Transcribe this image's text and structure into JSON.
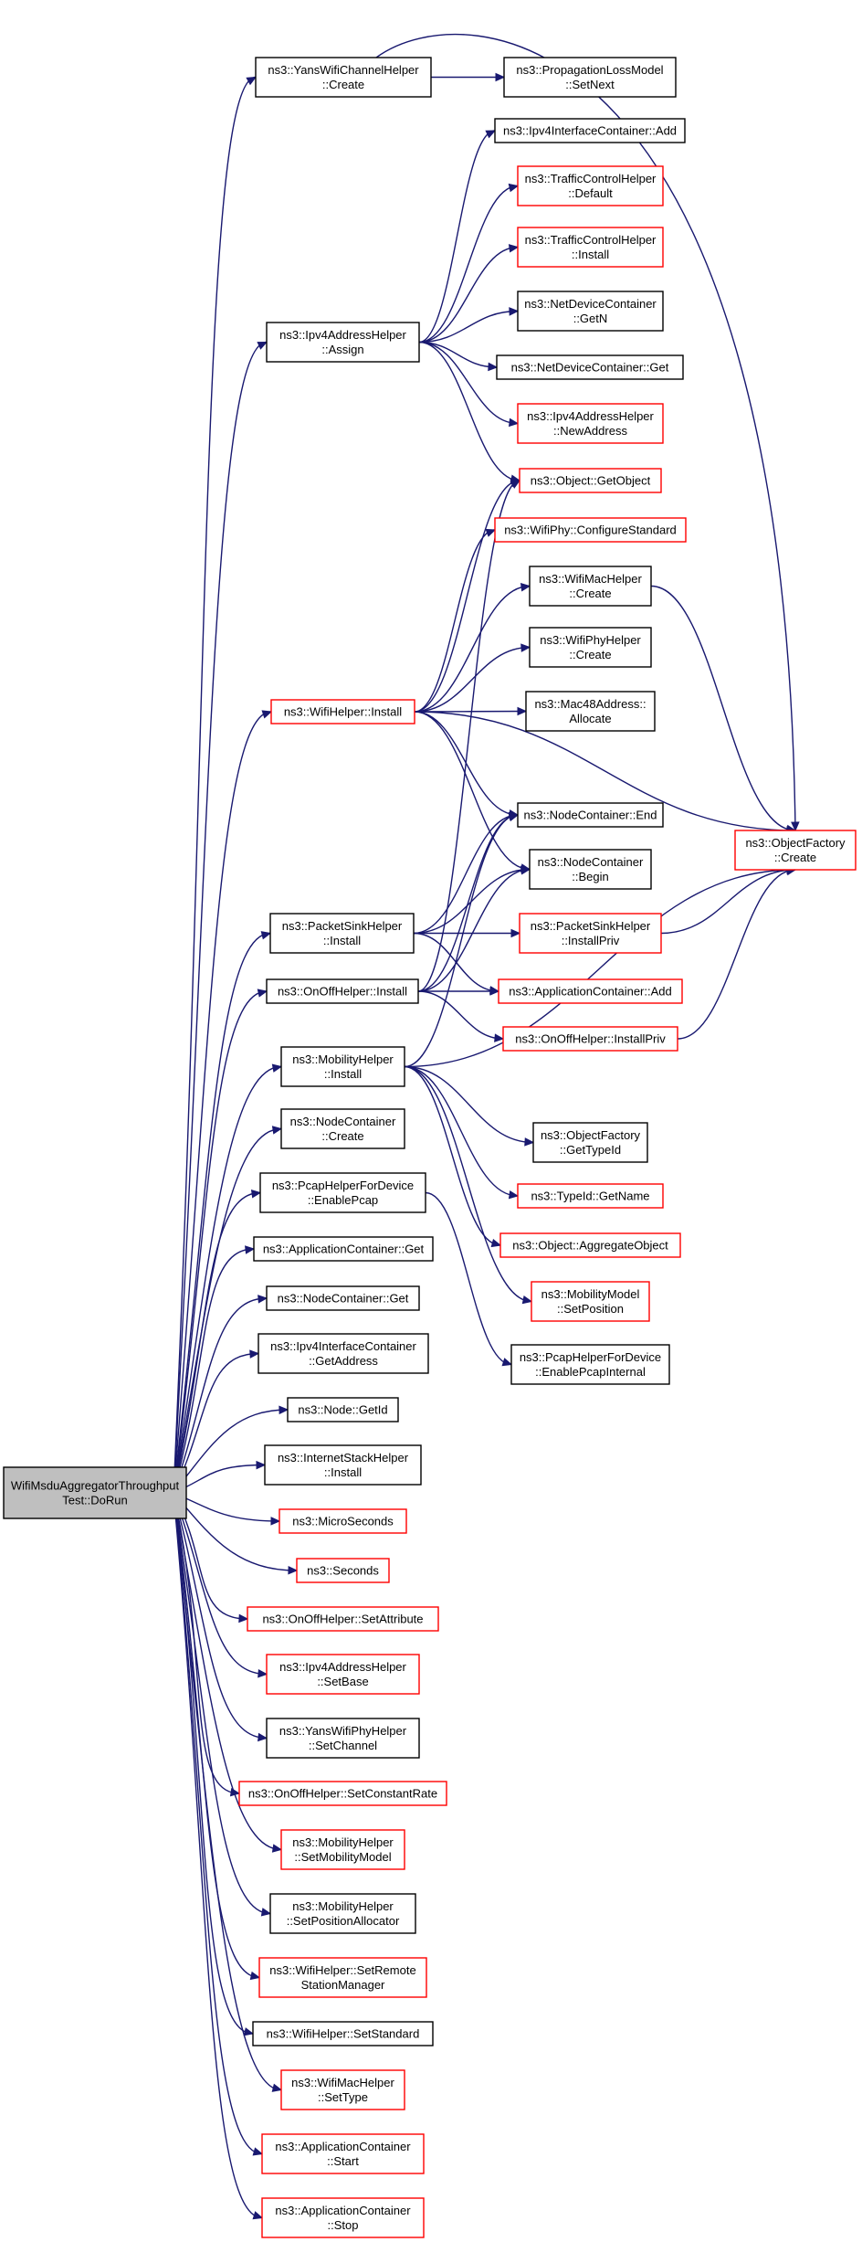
{
  "diagram": {
    "type": "call-graph",
    "colors": {
      "root_fill": "#bfbfbf",
      "node_fill": "#ffffff",
      "border_default": "#000000",
      "border_truncated": "#ff0000",
      "edge": "#191970"
    },
    "nodes": [
      {
        "id": "root",
        "lines": [
          "WifiMsduAggregatorThroughput",
          "Test::DoRun"
        ],
        "style": "root"
      },
      {
        "id": "yans_chan_create",
        "lines": [
          "ns3::YansWifiChannelHelper",
          "::Create"
        ],
        "style": "normal"
      },
      {
        "id": "prop_setnext",
        "lines": [
          "ns3::PropagationLossModel",
          "::SetNext"
        ],
        "style": "normal"
      },
      {
        "id": "ipv4ic_add",
        "lines": [
          "ns3::Ipv4InterfaceContainer::Add"
        ],
        "style": "normal"
      },
      {
        "id": "tc_default",
        "lines": [
          "ns3::TrafficControlHelper",
          "::Default"
        ],
        "style": "red"
      },
      {
        "id": "tc_install",
        "lines": [
          "ns3::TrafficControlHelper",
          "::Install"
        ],
        "style": "red"
      },
      {
        "id": "ipv4ah_assign",
        "lines": [
          "ns3::Ipv4AddressHelper",
          "::Assign"
        ],
        "style": "normal"
      },
      {
        "id": "ndc_getn",
        "lines": [
          "ns3::NetDeviceContainer",
          "::GetN"
        ],
        "style": "normal"
      },
      {
        "id": "ndc_get",
        "lines": [
          "ns3::NetDeviceContainer::Get"
        ],
        "style": "normal"
      },
      {
        "id": "ipv4ah_newaddr",
        "lines": [
          "ns3::Ipv4AddressHelper",
          "::NewAddress"
        ],
        "style": "red"
      },
      {
        "id": "obj_getobject",
        "lines": [
          "ns3::Object::GetObject"
        ],
        "style": "red"
      },
      {
        "id": "phy_configstd",
        "lines": [
          "ns3::WifiPhy::ConfigureStandard"
        ],
        "style": "red"
      },
      {
        "id": "wmac_create",
        "lines": [
          "ns3::WifiMacHelper",
          "::Create"
        ],
        "style": "normal"
      },
      {
        "id": "wphy_create",
        "lines": [
          "ns3::WifiPhyHelper",
          "::Create"
        ],
        "style": "normal"
      },
      {
        "id": "wifihelper_install",
        "lines": [
          "ns3::WifiHelper::Install"
        ],
        "style": "red"
      },
      {
        "id": "mac48_alloc",
        "lines": [
          "ns3::Mac48Address::",
          "Allocate"
        ],
        "style": "normal"
      },
      {
        "id": "nc_end",
        "lines": [
          "ns3::NodeContainer::End"
        ],
        "style": "normal"
      },
      {
        "id": "objfactory_create",
        "lines": [
          "ns3::ObjectFactory",
          "::Create"
        ],
        "style": "red"
      },
      {
        "id": "nc_begin",
        "lines": [
          "ns3::NodeContainer",
          "::Begin"
        ],
        "style": "normal"
      },
      {
        "id": "psh_install",
        "lines": [
          "ns3::PacketSinkHelper",
          "::Install"
        ],
        "style": "normal"
      },
      {
        "id": "psh_installpriv",
        "lines": [
          "ns3::PacketSinkHelper",
          "::InstallPriv"
        ],
        "style": "red"
      },
      {
        "id": "onoff_install",
        "lines": [
          "ns3::OnOffHelper::Install"
        ],
        "style": "normal"
      },
      {
        "id": "appc_add",
        "lines": [
          "ns3::ApplicationContainer::Add"
        ],
        "style": "red"
      },
      {
        "id": "onoff_installpriv",
        "lines": [
          "ns3::OnOffHelper::InstallPriv"
        ],
        "style": "red"
      },
      {
        "id": "mob_install",
        "lines": [
          "ns3::MobilityHelper",
          "::Install"
        ],
        "style": "normal"
      },
      {
        "id": "of_gettypeid",
        "lines": [
          "ns3::ObjectFactory",
          "::GetTypeId"
        ],
        "style": "normal"
      },
      {
        "id": "nc_create",
        "lines": [
          "ns3::NodeContainer",
          "::Create"
        ],
        "style": "normal"
      },
      {
        "id": "typeid_getname",
        "lines": [
          "ns3::TypeId::GetName"
        ],
        "style": "red"
      },
      {
        "id": "pcap_enable",
        "lines": [
          "ns3::PcapHelperForDevice",
          "::EnablePcap"
        ],
        "style": "normal"
      },
      {
        "id": "obj_aggregate",
        "lines": [
          "ns3::Object::AggregateObject"
        ],
        "style": "red"
      },
      {
        "id": "appc_get",
        "lines": [
          "ns3::ApplicationContainer::Get"
        ],
        "style": "normal"
      },
      {
        "id": "mm_setpos",
        "lines": [
          "ns3::MobilityModel",
          "::SetPosition"
        ],
        "style": "red"
      },
      {
        "id": "nc_get",
        "lines": [
          "ns3::NodeContainer::Get"
        ],
        "style": "normal"
      },
      {
        "id": "pcap_internal",
        "lines": [
          "ns3::PcapHelperForDevice",
          "::EnablePcapInternal"
        ],
        "style": "normal"
      },
      {
        "id": "ipv4ic_getaddr",
        "lines": [
          "ns3::Ipv4InterfaceContainer",
          "::GetAddress"
        ],
        "style": "normal"
      },
      {
        "id": "node_getid",
        "lines": [
          "ns3::Node::GetId"
        ],
        "style": "normal"
      },
      {
        "id": "ish_install",
        "lines": [
          "ns3::InternetStackHelper",
          "::Install"
        ],
        "style": "normal"
      },
      {
        "id": "microseconds",
        "lines": [
          "ns3::MicroSeconds"
        ],
        "style": "red"
      },
      {
        "id": "seconds",
        "lines": [
          "ns3::Seconds"
        ],
        "style": "red"
      },
      {
        "id": "onoff_setattr",
        "lines": [
          "ns3::OnOffHelper::SetAttribute"
        ],
        "style": "red"
      },
      {
        "id": "ipv4ah_setbase",
        "lines": [
          "ns3::Ipv4AddressHelper",
          "::SetBase"
        ],
        "style": "red"
      },
      {
        "id": "yphy_setchannel",
        "lines": [
          "ns3::YansWifiPhyHelper",
          "::SetChannel"
        ],
        "style": "normal"
      },
      {
        "id": "onoff_setrate",
        "lines": [
          "ns3::OnOffHelper::SetConstantRate"
        ],
        "style": "red"
      },
      {
        "id": "mob_setmodel",
        "lines": [
          "ns3::MobilityHelper",
          "::SetMobilityModel"
        ],
        "style": "red"
      },
      {
        "id": "mob_setalloc",
        "lines": [
          "ns3::MobilityHelper",
          "::SetPositionAllocator"
        ],
        "style": "normal"
      },
      {
        "id": "wh_setremote",
        "lines": [
          "ns3::WifiHelper::SetRemote",
          "StationManager"
        ],
        "style": "red"
      },
      {
        "id": "wh_setstd",
        "lines": [
          "ns3::WifiHelper::SetStandard"
        ],
        "style": "normal"
      },
      {
        "id": "wmac_settype",
        "lines": [
          "ns3::WifiMacHelper",
          "::SetType"
        ],
        "style": "red"
      },
      {
        "id": "appc_start",
        "lines": [
          "ns3::ApplicationContainer",
          "::Start"
        ],
        "style": "red"
      },
      {
        "id": "appc_stop",
        "lines": [
          "ns3::ApplicationContainer",
          "::Stop"
        ],
        "style": "red"
      }
    ],
    "edges": [
      [
        "root",
        "yans_chan_create"
      ],
      [
        "root",
        "ipv4ah_assign"
      ],
      [
        "root",
        "wifihelper_install"
      ],
      [
        "root",
        "psh_install"
      ],
      [
        "root",
        "onoff_install"
      ],
      [
        "root",
        "mob_install"
      ],
      [
        "root",
        "nc_create"
      ],
      [
        "root",
        "pcap_enable"
      ],
      [
        "root",
        "appc_get"
      ],
      [
        "root",
        "nc_get"
      ],
      [
        "root",
        "ipv4ic_getaddr"
      ],
      [
        "root",
        "node_getid"
      ],
      [
        "root",
        "ish_install"
      ],
      [
        "root",
        "microseconds"
      ],
      [
        "root",
        "seconds"
      ],
      [
        "root",
        "onoff_setattr"
      ],
      [
        "root",
        "ipv4ah_setbase"
      ],
      [
        "root",
        "yphy_setchannel"
      ],
      [
        "root",
        "onoff_setrate"
      ],
      [
        "root",
        "mob_setmodel"
      ],
      [
        "root",
        "mob_setalloc"
      ],
      [
        "root",
        "wh_setremote"
      ],
      [
        "root",
        "wh_setstd"
      ],
      [
        "root",
        "wmac_settype"
      ],
      [
        "root",
        "appc_start"
      ],
      [
        "root",
        "appc_stop"
      ],
      [
        "yans_chan_create",
        "prop_setnext"
      ],
      [
        "yans_chan_create",
        "objfactory_create"
      ],
      [
        "ipv4ah_assign",
        "ipv4ic_add"
      ],
      [
        "ipv4ah_assign",
        "tc_default"
      ],
      [
        "ipv4ah_assign",
        "tc_install"
      ],
      [
        "ipv4ah_assign",
        "ndc_getn"
      ],
      [
        "ipv4ah_assign",
        "ndc_get"
      ],
      [
        "ipv4ah_assign",
        "ipv4ah_newaddr"
      ],
      [
        "ipv4ah_assign",
        "obj_getobject"
      ],
      [
        "wifihelper_install",
        "obj_getobject"
      ],
      [
        "wifihelper_install",
        "phy_configstd"
      ],
      [
        "wifihelper_install",
        "wmac_create"
      ],
      [
        "wifihelper_install",
        "wphy_create"
      ],
      [
        "wifihelper_install",
        "mac48_alloc"
      ],
      [
        "wifihelper_install",
        "nc_end"
      ],
      [
        "wifihelper_install",
        "nc_begin"
      ],
      [
        "wifihelper_install",
        "objfactory_create"
      ],
      [
        "wmac_create",
        "objfactory_create"
      ],
      [
        "psh_install",
        "nc_end"
      ],
      [
        "psh_install",
        "nc_begin"
      ],
      [
        "psh_install",
        "psh_installpriv"
      ],
      [
        "psh_install",
        "appc_add"
      ],
      [
        "psh_installpriv",
        "objfactory_create"
      ],
      [
        "onoff_install",
        "obj_getobject"
      ],
      [
        "onoff_install",
        "nc_end"
      ],
      [
        "onoff_install",
        "nc_begin"
      ],
      [
        "onoff_install",
        "appc_add"
      ],
      [
        "onoff_install",
        "onoff_installpriv"
      ],
      [
        "onoff_installpriv",
        "objfactory_create"
      ],
      [
        "mob_install",
        "nc_end"
      ],
      [
        "mob_install",
        "objfactory_create"
      ],
      [
        "mob_install",
        "of_gettypeid"
      ],
      [
        "mob_install",
        "typeid_getname"
      ],
      [
        "mob_install",
        "obj_aggregate"
      ],
      [
        "mob_install",
        "mm_setpos"
      ],
      [
        "pcap_enable",
        "pcap_internal"
      ]
    ]
  }
}
